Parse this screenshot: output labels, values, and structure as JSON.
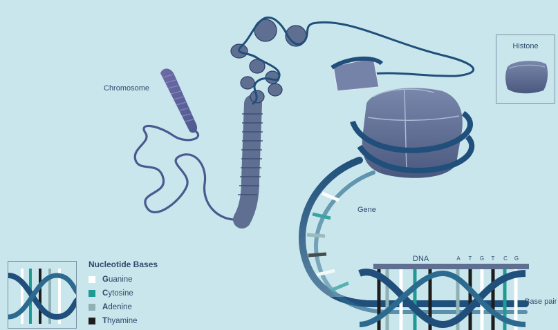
{
  "labels": {
    "chromosome": "Chromosome",
    "histone": "Histone",
    "gene": "Gene",
    "dna": "DNA",
    "base_pair": "Base pair"
  },
  "base_letters": [
    "A",
    "T",
    "G",
    "T",
    "C",
    "G"
  ],
  "legend": {
    "title": "Nucleotide Bases",
    "items": [
      {
        "initial": "G",
        "rest": "uanine",
        "color": "#ffffff"
      },
      {
        "initial": "C",
        "rest": "ytosine",
        "color": "#1f9a94"
      },
      {
        "initial": "A",
        "rest": "denine",
        "color": "#8fb1b3"
      },
      {
        "initial": "T",
        "rest": "hyamine",
        "color": "#1d1d1d"
      }
    ]
  },
  "colors": {
    "background": "#c9e6ec",
    "strand": "#1f4f7a",
    "histone": "#5f6f92",
    "text": "#2f4a6d"
  }
}
